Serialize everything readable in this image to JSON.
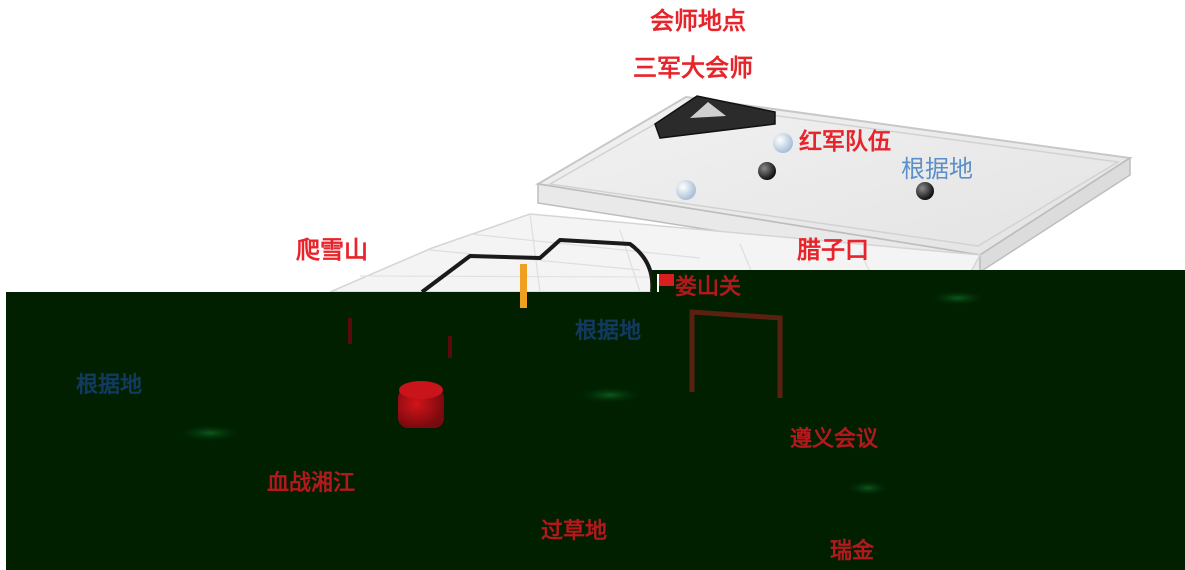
{
  "labels": {
    "meeting_place": "会师地点",
    "three_armies_meet": "三军大会师",
    "red_army_ranks": "红军队伍",
    "base_top": "根据地",
    "climb_snow_mountain": "爬雪山",
    "lazikou": "腊子口",
    "loushan_pass": "娄山关",
    "base_middle": "根据地",
    "base_left": "根据地",
    "xiang_river_battle": "血战湘江",
    "zunyi_meeting": "遵义会议",
    "cross_grassland": "过草地",
    "ruijin": "瑞金"
  },
  "colors": {
    "label_red": "#e8242b",
    "label_blue": "#5b8fc9",
    "board_green": "#002000",
    "wall_black": "#000000"
  },
  "icons": [
    "triangle-marker-icon",
    "sphere-marker-icon",
    "red-drum-icon",
    "flag-icon"
  ]
}
